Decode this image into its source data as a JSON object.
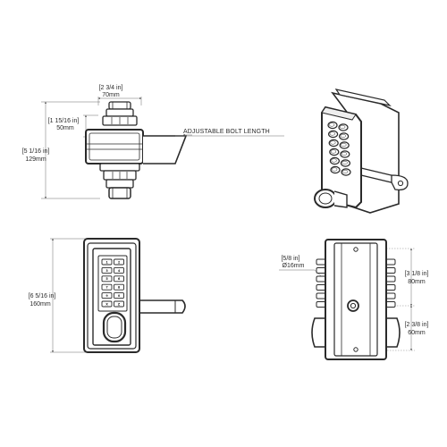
{
  "top_view": {
    "width_in": "[2 3/4 in]",
    "width_mm": "70mm",
    "height_small_in": "[1 15/16 in]",
    "height_small_mm": "50mm",
    "height_total_in": "[5 1/16 in]",
    "height_total_mm": "129mm",
    "bolt_label": "ADJUSTABLE BOLT LENGTH"
  },
  "front_view": {
    "height_in": "[6 5/16 in]",
    "height_mm": "160mm",
    "keys_left": [
      "1",
      "3",
      "5",
      "7",
      "9",
      "X"
    ],
    "keys_right": [
      "2",
      "4",
      "6",
      "8",
      "0",
      "Z"
    ]
  },
  "back_view": {
    "hole_in": "[5/8 in]",
    "hole_mm": "Ø16mm",
    "upper_in": "[3 1/8 in]",
    "upper_mm": "80mm",
    "lower_in": "[2 3/8 in]",
    "lower_mm": "60mm"
  }
}
